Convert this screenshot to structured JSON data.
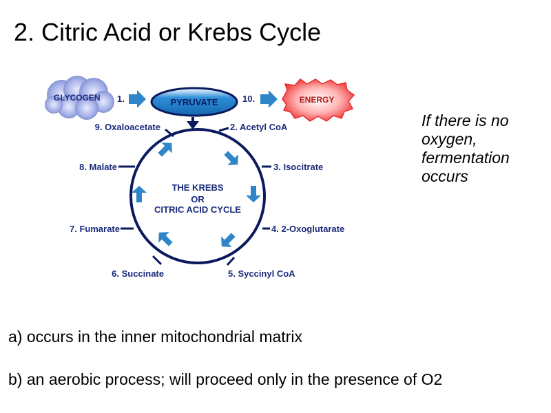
{
  "title": "2. Citric Acid or Krebs Cycle",
  "diagram": {
    "glycogen": "GLYCOGEN",
    "pyruvate": "PYRUVATE",
    "energy": "ENERGY",
    "step1": "1.",
    "step10": "10.",
    "center": [
      "THE KREBS",
      "OR",
      "CITRIC ACID CYCLE"
    ],
    "stages": [
      "9. Oxaloacetate",
      "2. Acetyl CoA",
      "8. Malate",
      "3. Isocitrate",
      "7. Fumarate",
      "4. 2-Oxoglutarate",
      "6. Succinate",
      "5. Syccinyl CoA"
    ],
    "colors": {
      "arrow": "#2e86c8",
      "ring": "#0b1a5e",
      "label": "#1a2a7a",
      "energy": "#ef3b3b",
      "glycogen": "#6f7fc4"
    }
  },
  "note": [
    "If there is no",
    "oxygen,",
    "fermentation",
    "occurs"
  ],
  "points": {
    "a": "a) occurs in the inner mitochondrial matrix",
    "b": "b) an aerobic process; will proceed only in the presence of O2"
  }
}
